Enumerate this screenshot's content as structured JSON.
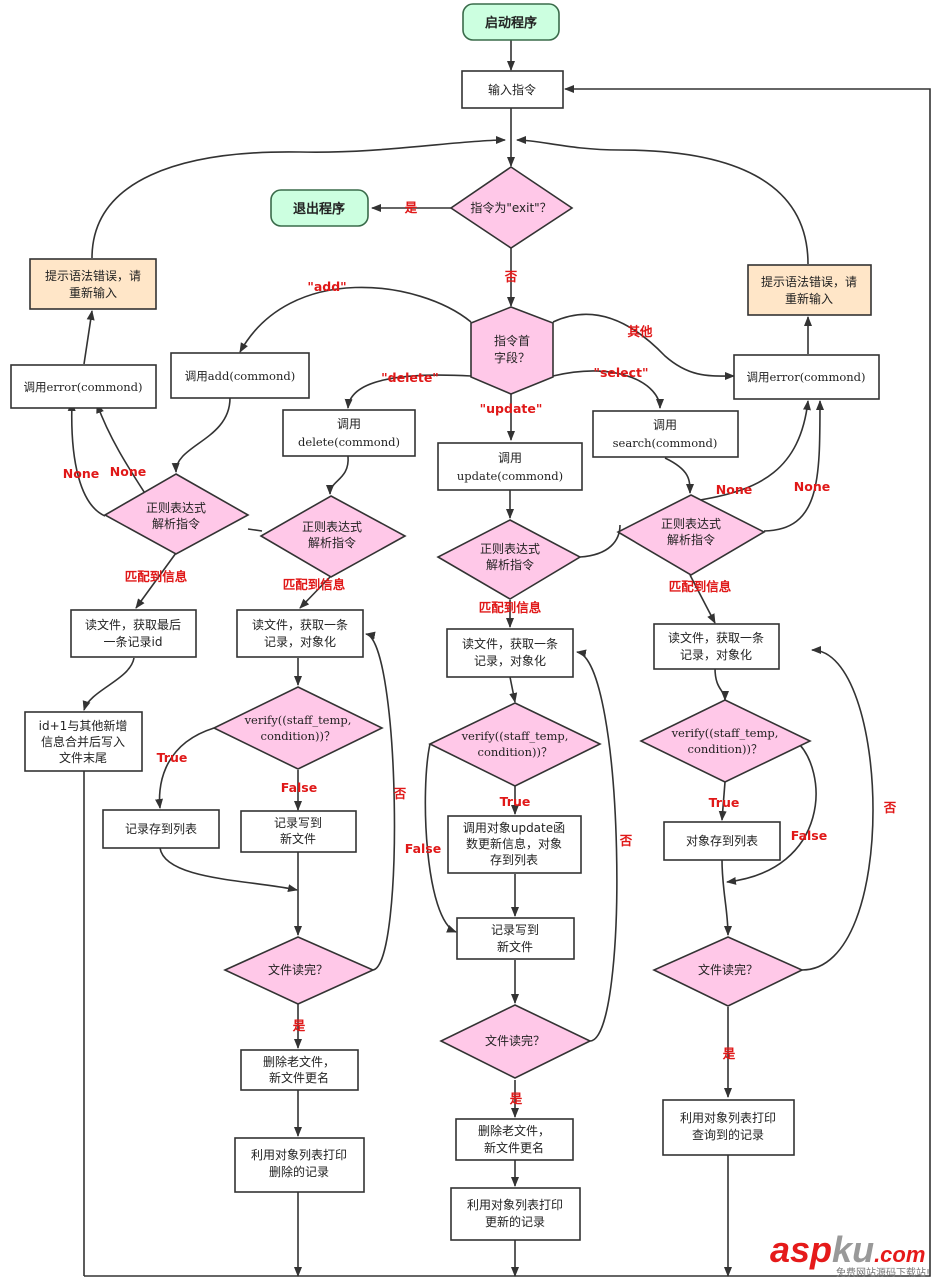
{
  "colors": {
    "terminal_fill": "#ccffe0",
    "terminal_stroke": "#3a6b4a",
    "box_fill": "#ffffff",
    "box_stroke": "#333333",
    "diamond_fill": "#ffc8e8",
    "diamond_stroke": "#333333",
    "error_fill": "#ffe6c8",
    "edge": "#333333",
    "edge_label": "#e01818",
    "watermark": "#e51a1a"
  },
  "nodes": {
    "start": "启动程序",
    "input": "输入指令",
    "is_exit": "指令为\"exit\"？",
    "quit": "退出程序",
    "field": [
      "指令首",
      "字段？"
    ],
    "err_left": [
      "提示语法错误，请",
      "重新输入"
    ],
    "err_right": [
      "提示语法错误，请",
      "重新输入"
    ],
    "call_error_left": "调用error(commond)",
    "call_error_right": "调用error(commond)",
    "call_add": "调用add(commond)",
    "call_delete": [
      "调用",
      "delete(commond)"
    ],
    "call_update": [
      "调用",
      "update(commond)"
    ],
    "call_search": [
      "调用",
      "search(commond)"
    ],
    "regex_add": [
      "正则表达式",
      "解析指令"
    ],
    "regex_delete": [
      "正则表达式",
      "解析指令"
    ],
    "regex_update": [
      "正则表达式",
      "解析指令"
    ],
    "regex_search": [
      "正则表达式",
      "解析指令"
    ],
    "add_read": [
      "读文件，获取最后",
      "一条记录id"
    ],
    "add_write": [
      "id+1与其他新增",
      "信息合并后写入",
      "文件末尾"
    ],
    "del_read": [
      "读文件，获取一条",
      "记录，对象化"
    ],
    "del_verify": [
      "verify((staff_temp,",
      "condition))？"
    ],
    "del_save_list": "记录存到列表",
    "del_write_new": [
      "记录写到",
      "新文件"
    ],
    "del_done": "文件读完？",
    "del_rename": [
      "删除老文件，",
      "新文件更名"
    ],
    "del_print": [
      "利用对象列表打印",
      "删除的记录"
    ],
    "upd_read": [
      "读文件，获取一条",
      "记录，对象化"
    ],
    "upd_verify": [
      "verify((staff_temp,",
      "condition))？"
    ],
    "upd_update": [
      "调用对象update函",
      "数更新信息，对象",
      "存到列表"
    ],
    "upd_write_new": [
      "记录写到",
      "新文件"
    ],
    "upd_done": "文件读完？",
    "upd_rename": [
      "删除老文件，",
      "新文件更名"
    ],
    "upd_print": [
      "利用对象列表打印",
      "更新的记录"
    ],
    "sel_read": [
      "读文件，获取一条",
      "记录，对象化"
    ],
    "sel_verify": [
      "verify((staff_temp,",
      "condition))？"
    ],
    "sel_save_list": "对象存到列表",
    "sel_done": "文件读完？",
    "sel_print": [
      "利用对象列表打印",
      "查询到的记录"
    ]
  },
  "edge_labels": {
    "yes_exit": "是",
    "no_exit": "否",
    "add": "\"add\"",
    "delete": "\"delete\"",
    "update": "\"update\"",
    "select": "\"select\"",
    "other": "其他",
    "none_add_1": "None",
    "none_add_2": "None",
    "none_search_1": "None",
    "none_search_2": "None",
    "match_add": "匹配到信息",
    "match_delete": "匹配到信息",
    "match_update": "匹配到信息",
    "match_search": "匹配到信息",
    "del_true": "True",
    "del_false": "False",
    "del_no": "否",
    "del_yes": "是",
    "upd_true": "True",
    "upd_false": "False",
    "upd_no": "否",
    "upd_yes": "是",
    "sel_true": "True",
    "sel_false": "False",
    "sel_no": "否",
    "sel_yes": "是"
  },
  "watermark": {
    "brand_a": "asp",
    "brand_b": "ku",
    "brand_c": ".com",
    "tagline": "免费网站源码下载站!"
  }
}
